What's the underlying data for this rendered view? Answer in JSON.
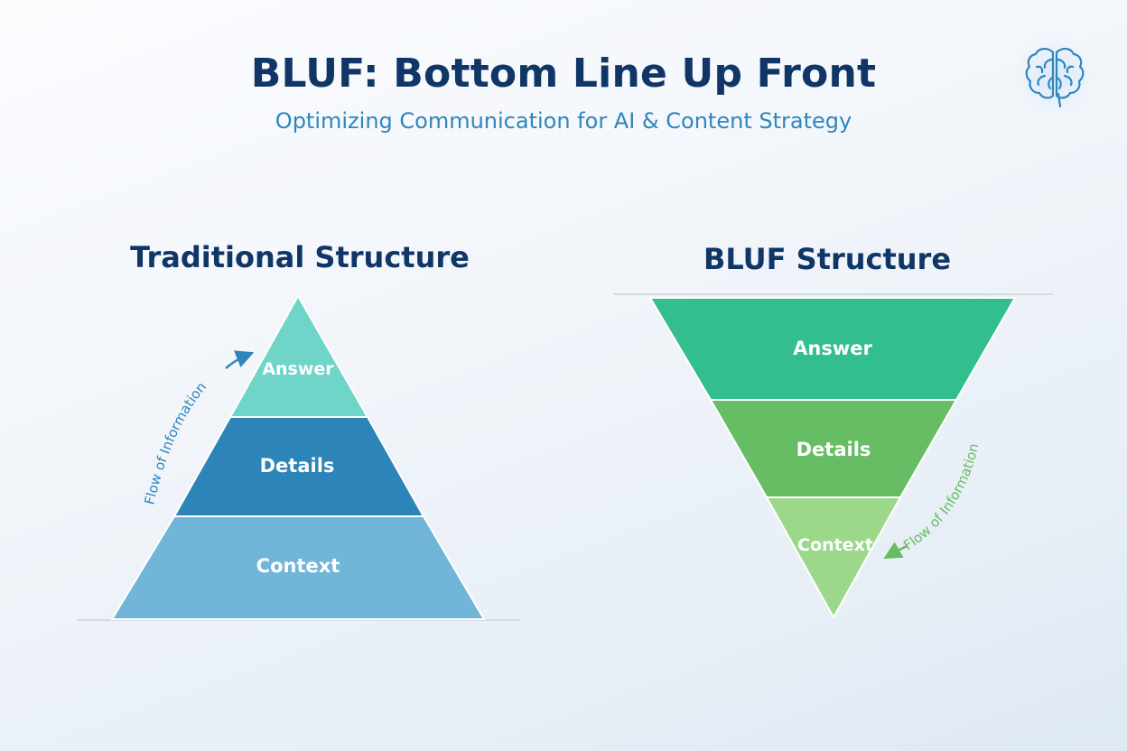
{
  "header": {
    "title": "BLUF: Bottom Line Up Front",
    "subtitle": "Optimizing Communication for AI & Content Strategy"
  },
  "traditional": {
    "title": "Traditional Structure",
    "layers": [
      "Answer",
      "Details",
      "Context"
    ],
    "flow_label": "Flow of Information"
  },
  "bluf": {
    "title": "BLUF Structure",
    "layers": [
      "Answer",
      "Details",
      "Context"
    ],
    "flow_label": "Flow of Information"
  },
  "icon": "brain-icon",
  "colors": {
    "title": "#0f3666",
    "subtitle": "#2f86bd",
    "trad_answer": "#6fd5c8",
    "trad_details": "#2c84b8",
    "trad_context": "#71b5d8",
    "trad_flow": "#2f86bd",
    "bluf_answer": "#33bf8d",
    "bluf_details": "#66bd63",
    "bluf_context": "#9cd889",
    "bluf_flow": "#66bd63"
  }
}
